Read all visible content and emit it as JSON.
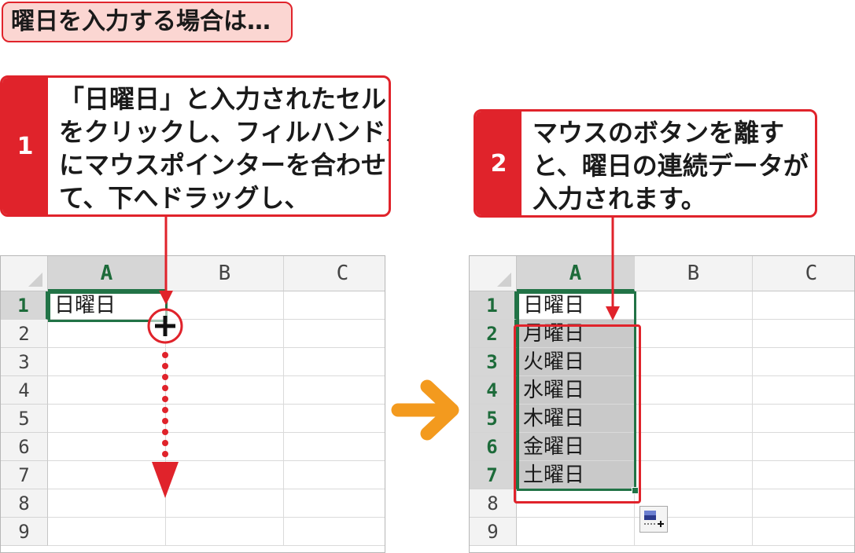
{
  "title": "曜日を入力する場合は…",
  "step1": {
    "number": "1",
    "lines": [
      "「日曜日」と入力されたセル",
      "をクリックし、フィルハンドル",
      "にマウスポインターを合わせ",
      "て、下へドラッグし、"
    ]
  },
  "step2": {
    "number": "2",
    "lines": [
      "マウスのボタンを離す",
      "と、曜日の連続データが",
      "入力されます。"
    ]
  },
  "sheet_before": {
    "columns": [
      "A",
      "B",
      "C"
    ],
    "rows": [
      "1",
      "2",
      "3",
      "4",
      "5",
      "6",
      "7",
      "8",
      "9"
    ],
    "cells": [
      "日曜日",
      "",
      "",
      "",
      "",
      "",
      "",
      "",
      ""
    ]
  },
  "sheet_after": {
    "columns": [
      "A",
      "B",
      "C"
    ],
    "rows": [
      "1",
      "2",
      "3",
      "4",
      "5",
      "6",
      "7",
      "8",
      "9"
    ],
    "cells": [
      "日曜日",
      "月曜日",
      "火曜日",
      "水曜日",
      "木曜日",
      "金曜日",
      "土曜日",
      "",
      ""
    ]
  },
  "icons": {
    "fill_cursor": "crosshair-plus-icon",
    "drag_arrow": "dotted-down-arrow-icon",
    "transition_arrow": "right-arrow-icon",
    "autofill_options": "auto-fill-options-icon"
  },
  "colors": {
    "accent_red": "#e0232b",
    "excel_green": "#217346",
    "arrow_orange": "#f39a1e",
    "title_bg": "#fbd6d2"
  }
}
